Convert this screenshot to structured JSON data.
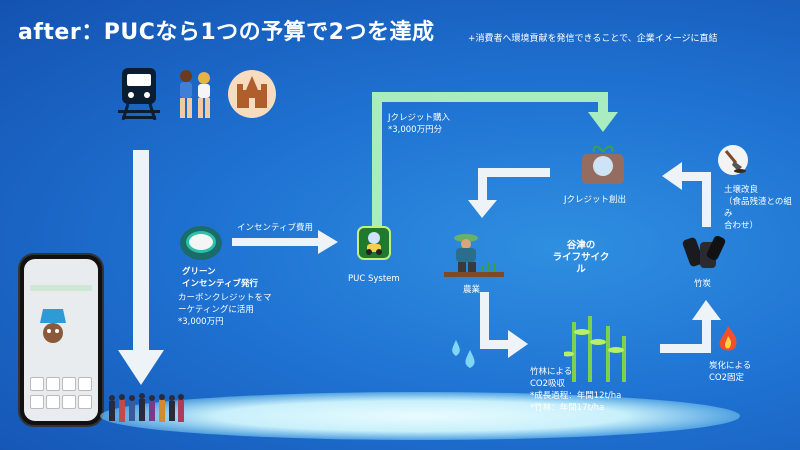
{
  "header": {
    "title": "after：PUCなら1つの予算で2つを達成",
    "subtitle": "+消費者へ環境貢献を発信できることで、企業イメージに直結"
  },
  "labels": {
    "green_incentive_title": "グリーン\nインセンティブ発行",
    "green_incentive_desc": "カーボンクレジットをマ\nーケティングに活用\n*3,000万円",
    "incentive_cost": "インセンティブ費用",
    "puc_system": "PUC System",
    "j_credit_purchase": "Jクレジット購入\n*3,000万円分",
    "j_credit_creation": "Jクレジット創出",
    "soil_improvement": "土壌改良\n（食品残渣との組み\n合わせ）",
    "lifecycle": "谷津の\nライフサイクル",
    "agriculture": "農業",
    "charcoal": "竹炭",
    "carbonization": "炭化による\nCO2固定",
    "bamboo_absorption": "竹林による\nCO2吸収\n*成長過程：年間12t/ha\n*竹林：年間17t/ha"
  },
  "colors": {
    "arrow_green": "#a8ecc0",
    "arrow_white": "#f2f6fa",
    "background": "#1f72d2"
  },
  "icons": [
    "train-icon",
    "runners-icon",
    "castle-icon",
    "smartphone",
    "coin-icon",
    "puc-app-icon",
    "soil-globe-icon",
    "shovel-icon",
    "farmer-icon",
    "charcoal-icon",
    "bamboo-icon",
    "water-drops-icon",
    "fire-icon",
    "crowd-illustration"
  ]
}
